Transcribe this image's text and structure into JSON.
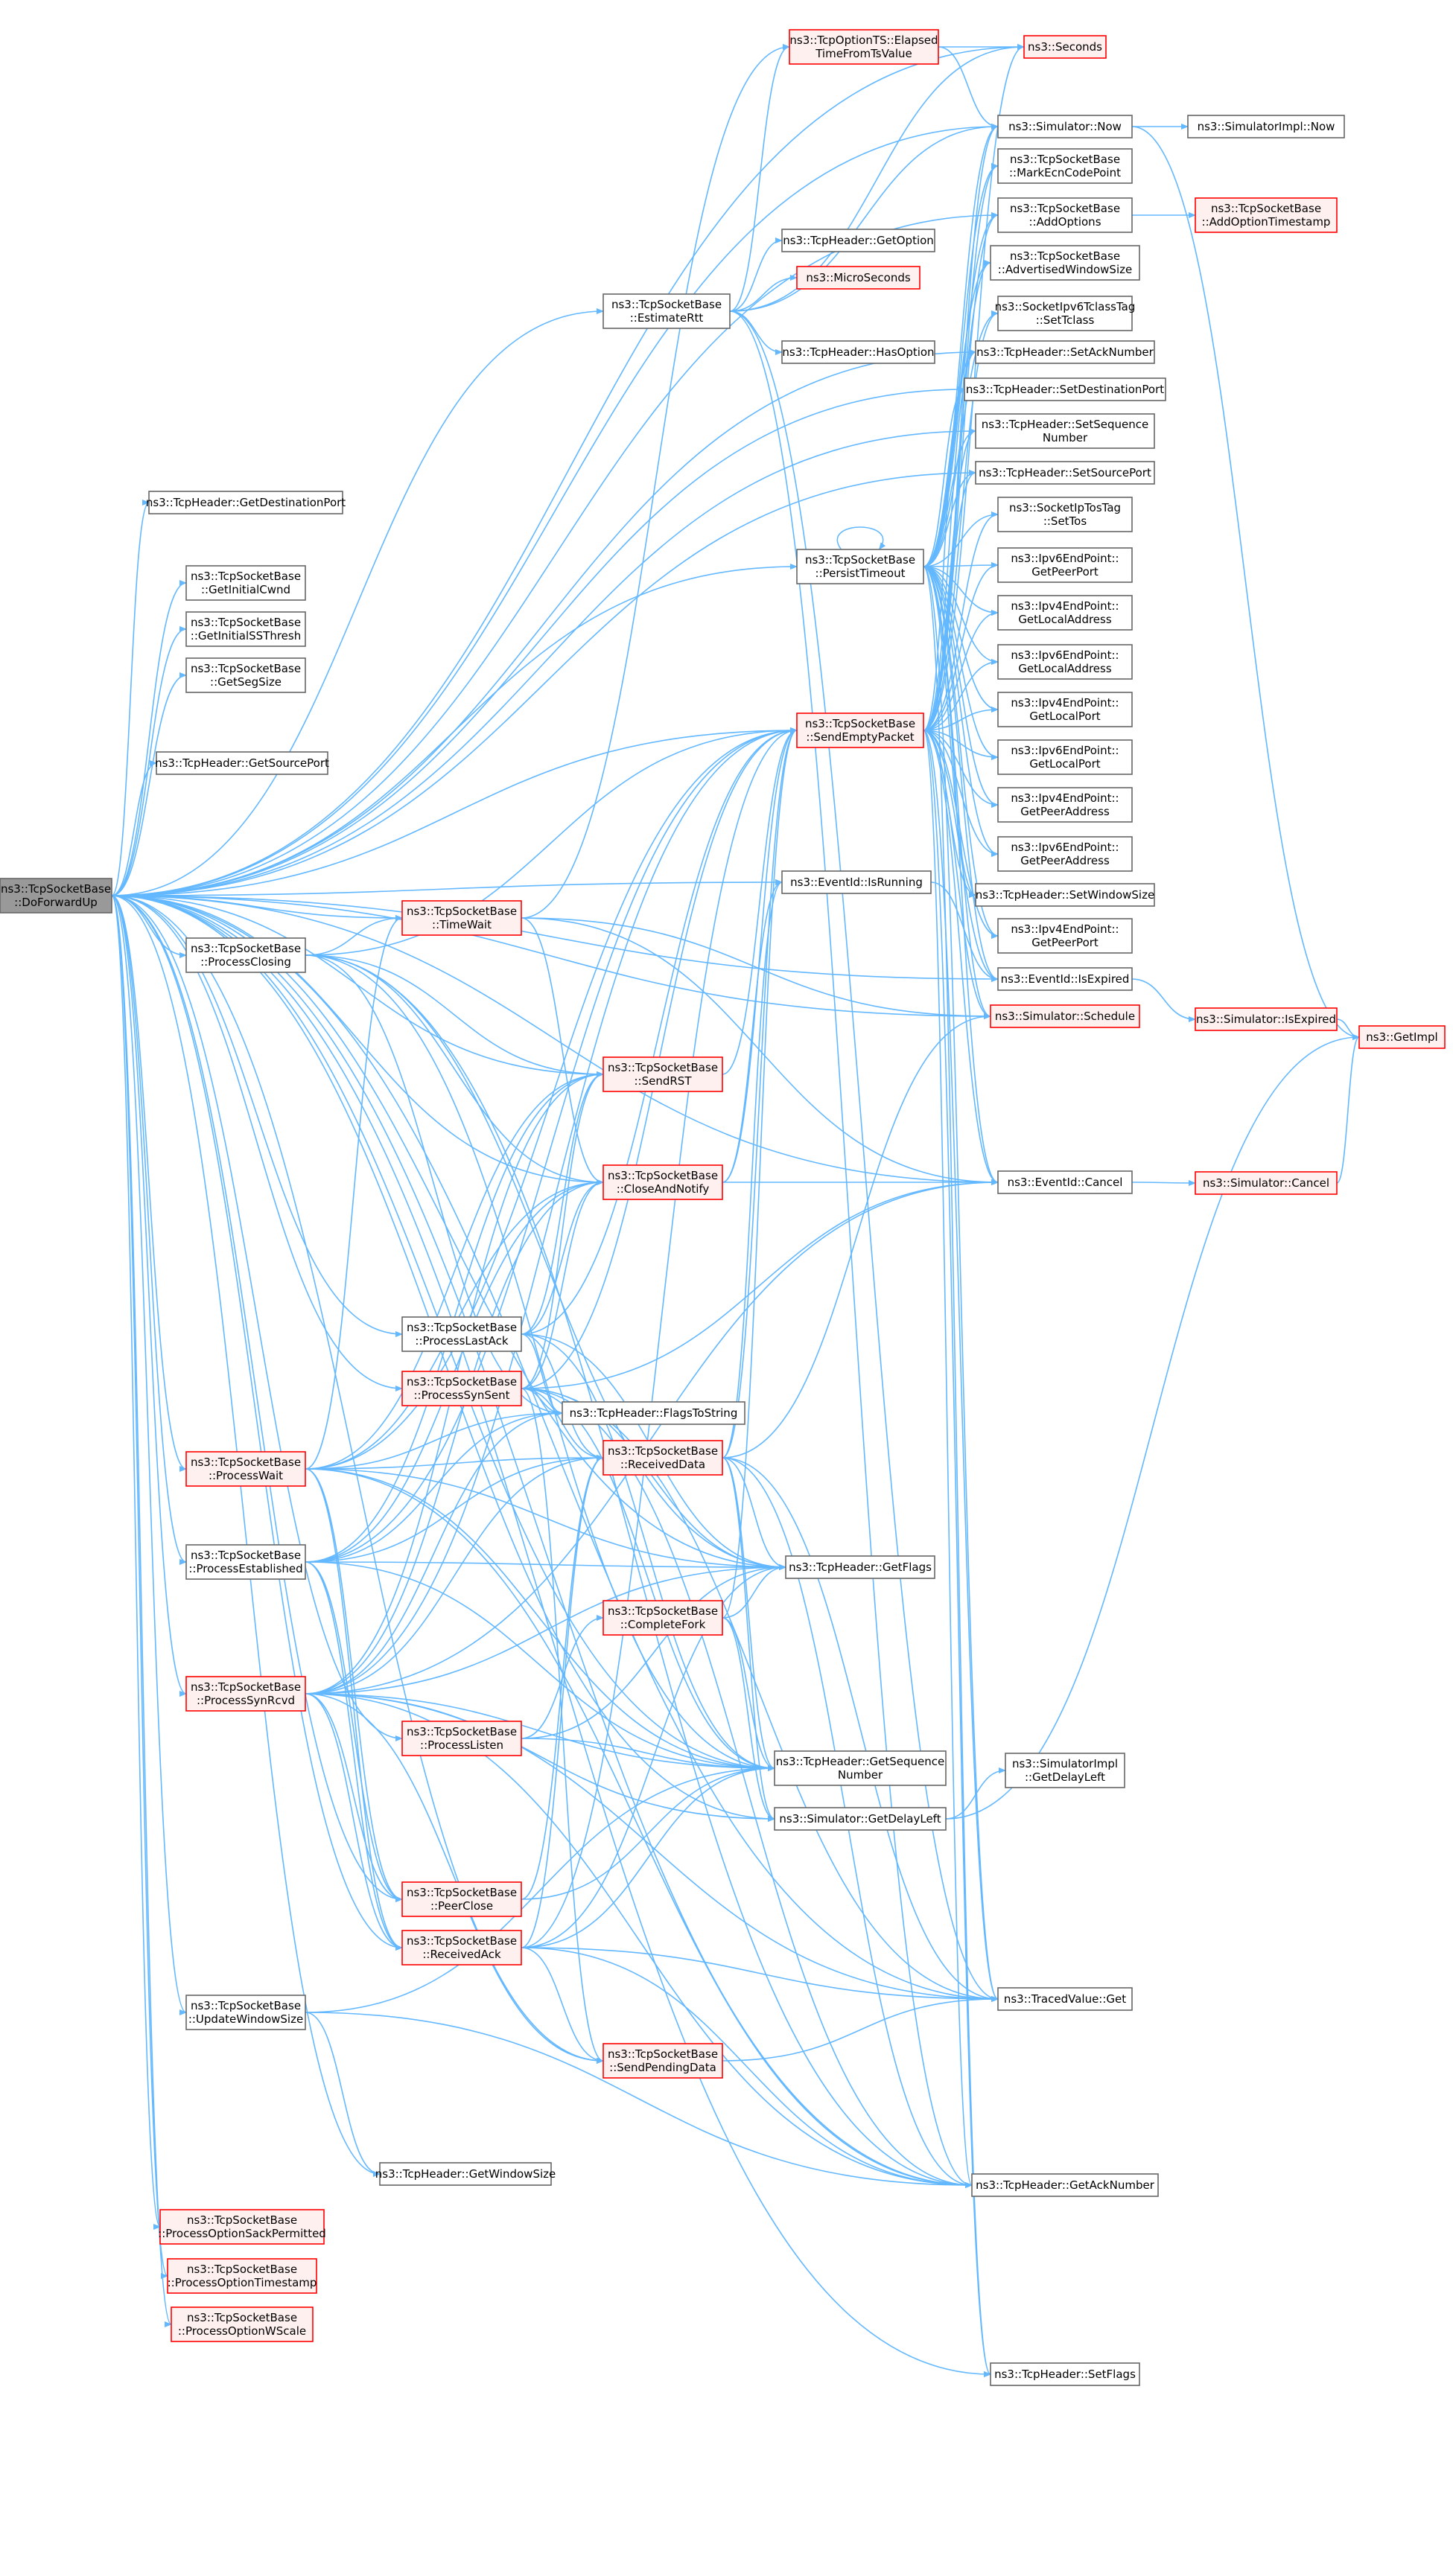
{
  "colors": {
    "edge": "#63b8ff",
    "normal_fill": "#ffffff",
    "normal_border": "#666666",
    "red_fill": "#fff0f0",
    "red_border": "#ff0000",
    "root_fill": "#999999",
    "root_border": "#666666",
    "text": "#000000"
  },
  "nodes": [
    {
      "id": "root",
      "style": "root",
      "lines": [
        "ns3::TcpSocketBase",
        "::DoForwardUp"
      ]
    },
    {
      "id": "getDestPort",
      "style": "normal",
      "lines": [
        "ns3::TcpHeader::GetDestinationPort"
      ]
    },
    {
      "id": "getInitCwnd",
      "style": "normal",
      "lines": [
        "ns3::TcpSocketBase",
        "::GetInitialCwnd"
      ]
    },
    {
      "id": "getInitSS",
      "style": "normal",
      "lines": [
        "ns3::TcpSocketBase",
        "::GetInitialSSThresh"
      ]
    },
    {
      "id": "getSegSize",
      "style": "normal",
      "lines": [
        "ns3::TcpSocketBase",
        "::GetSegSize"
      ]
    },
    {
      "id": "getSrcPort",
      "style": "normal",
      "lines": [
        "ns3::TcpHeader::GetSourcePort"
      ]
    },
    {
      "id": "procClosing",
      "style": "normal",
      "lines": [
        "ns3::TcpSocketBase",
        "::ProcessClosing"
      ]
    },
    {
      "id": "procWait",
      "style": "red",
      "lines": [
        "ns3::TcpSocketBase",
        "::ProcessWait"
      ]
    },
    {
      "id": "procEst",
      "style": "normal",
      "lines": [
        "ns3::TcpSocketBase",
        "::ProcessEstablished"
      ]
    },
    {
      "id": "procSynRcvd",
      "style": "red",
      "lines": [
        "ns3::TcpSocketBase",
        "::ProcessSynRcvd"
      ]
    },
    {
      "id": "updWin",
      "style": "normal",
      "lines": [
        "ns3::TcpSocketBase",
        "::UpdateWindowSize"
      ]
    },
    {
      "id": "optSack",
      "style": "red",
      "lines": [
        "ns3::TcpSocketBase",
        "::ProcessOptionSackPermitted"
      ]
    },
    {
      "id": "optTs",
      "style": "red",
      "lines": [
        "ns3::TcpSocketBase",
        "::ProcessOptionTimestamp"
      ]
    },
    {
      "id": "optWs",
      "style": "red",
      "lines": [
        "ns3::TcpSocketBase",
        "::ProcessOptionWScale"
      ]
    },
    {
      "id": "timeWait",
      "style": "red",
      "lines": [
        "ns3::TcpSocketBase",
        "::TimeWait"
      ]
    },
    {
      "id": "procLastAck",
      "style": "normal",
      "lines": [
        "ns3::TcpSocketBase",
        "::ProcessLastAck"
      ]
    },
    {
      "id": "procSynSent",
      "style": "red",
      "lines": [
        "ns3::TcpSocketBase",
        "::ProcessSynSent"
      ]
    },
    {
      "id": "procListen",
      "style": "red",
      "lines": [
        "ns3::TcpSocketBase",
        "::ProcessListen"
      ]
    },
    {
      "id": "peerClose",
      "style": "red",
      "lines": [
        "ns3::TcpSocketBase",
        "::PeerClose"
      ]
    },
    {
      "id": "recvAck",
      "style": "red",
      "lines": [
        "ns3::TcpSocketBase",
        "::ReceivedAck"
      ]
    },
    {
      "id": "getWinSize",
      "style": "normal",
      "lines": [
        "ns3::TcpHeader::GetWindowSize"
      ]
    },
    {
      "id": "estRtt",
      "style": "normal",
      "lines": [
        "ns3::TcpSocketBase",
        "::EstimateRtt"
      ]
    },
    {
      "id": "elapsedTs",
      "style": "red",
      "lines": [
        "ns3::TcpOptionTS::Elapsed",
        "TimeFromTsValue"
      ]
    },
    {
      "id": "getOption",
      "style": "normal",
      "lines": [
        "ns3::TcpHeader::GetOption"
      ]
    },
    {
      "id": "microSec",
      "style": "red",
      "lines": [
        "ns3::MicroSeconds"
      ]
    },
    {
      "id": "hasOption",
      "style": "normal",
      "lines": [
        "ns3::TcpHeader::HasOption"
      ]
    },
    {
      "id": "persist",
      "style": "normal",
      "lines": [
        "ns3::TcpSocketBase",
        "::PersistTimeout"
      ]
    },
    {
      "id": "sendEmpty",
      "style": "red",
      "lines": [
        "ns3::TcpSocketBase",
        "::SendEmptyPacket"
      ]
    },
    {
      "id": "isRunning",
      "style": "normal",
      "lines": [
        "ns3::EventId::IsRunning"
      ]
    },
    {
      "id": "sendRst",
      "style": "red",
      "lines": [
        "ns3::TcpSocketBase",
        "::SendRST"
      ]
    },
    {
      "id": "closeNotify",
      "style": "red",
      "lines": [
        "ns3::TcpSocketBase",
        "::CloseAndNotify"
      ]
    },
    {
      "id": "flagsToStr",
      "style": "normal",
      "lines": [
        "ns3::TcpHeader::FlagsToString"
      ]
    },
    {
      "id": "recvData",
      "style": "red",
      "lines": [
        "ns3::TcpSocketBase",
        "::ReceivedData"
      ]
    },
    {
      "id": "getFlags",
      "style": "normal",
      "lines": [
        "ns3::TcpHeader::GetFlags"
      ]
    },
    {
      "id": "complFork",
      "style": "red",
      "lines": [
        "ns3::TcpSocketBase",
        "::CompleteFork"
      ]
    },
    {
      "id": "getSeq",
      "style": "normal",
      "lines": [
        "ns3::TcpHeader::GetSequence",
        "Number"
      ]
    },
    {
      "id": "getDelay",
      "style": "normal",
      "lines": [
        "ns3::Simulator::GetDelayLeft"
      ]
    },
    {
      "id": "sendPending",
      "style": "red",
      "lines": [
        "ns3::TcpSocketBase",
        "::SendPendingData"
      ]
    },
    {
      "id": "seconds",
      "style": "red",
      "lines": [
        "ns3::Seconds"
      ]
    },
    {
      "id": "simNow",
      "style": "normal",
      "lines": [
        "ns3::Simulator::Now"
      ]
    },
    {
      "id": "markEcn",
      "style": "normal",
      "lines": [
        "ns3::TcpSocketBase",
        "::MarkEcnCodePoint"
      ]
    },
    {
      "id": "addOpts",
      "style": "normal",
      "lines": [
        "ns3::TcpSocketBase",
        "::AddOptions"
      ]
    },
    {
      "id": "advWin",
      "style": "normal",
      "lines": [
        "ns3::TcpSocketBase",
        "::AdvertisedWindowSize"
      ]
    },
    {
      "id": "setTclass",
      "style": "normal",
      "lines": [
        "ns3::SocketIpv6TclassTag",
        "::SetTclass"
      ]
    },
    {
      "id": "setAck",
      "style": "normal",
      "lines": [
        "ns3::TcpHeader::SetAckNumber"
      ]
    },
    {
      "id": "setDstPort",
      "style": "normal",
      "lines": [
        "ns3::TcpHeader::SetDestinationPort"
      ]
    },
    {
      "id": "setSeq",
      "style": "normal",
      "lines": [
        "ns3::TcpHeader::SetSequence",
        "Number"
      ]
    },
    {
      "id": "setSrcPort",
      "style": "normal",
      "lines": [
        "ns3::TcpHeader::SetSourcePort"
      ]
    },
    {
      "id": "setTos",
      "style": "normal",
      "lines": [
        "ns3::SocketIpTosTag",
        "::SetTos"
      ]
    },
    {
      "id": "v6PeerPort",
      "style": "normal",
      "lines": [
        "ns3::Ipv6EndPoint::",
        "GetPeerPort"
      ]
    },
    {
      "id": "v4LocalAddr",
      "style": "normal",
      "lines": [
        "ns3::Ipv4EndPoint::",
        "GetLocalAddress"
      ]
    },
    {
      "id": "v6LocalAddr",
      "style": "normal",
      "lines": [
        "ns3::Ipv6EndPoint::",
        "GetLocalAddress"
      ]
    },
    {
      "id": "v4LocalPort",
      "style": "normal",
      "lines": [
        "ns3::Ipv4EndPoint::",
        "GetLocalPort"
      ]
    },
    {
      "id": "v6LocalPort",
      "style": "normal",
      "lines": [
        "ns3::Ipv6EndPoint::",
        "GetLocalPort"
      ]
    },
    {
      "id": "v4PeerAddr",
      "style": "normal",
      "lines": [
        "ns3::Ipv4EndPoint::",
        "GetPeerAddress"
      ]
    },
    {
      "id": "v6PeerAddr",
      "style": "normal",
      "lines": [
        "ns3::Ipv6EndPoint::",
        "GetPeerAddress"
      ]
    },
    {
      "id": "setWin",
      "style": "normal",
      "lines": [
        "ns3::TcpHeader::SetWindowSize"
      ]
    },
    {
      "id": "v4PeerPort",
      "style": "normal",
      "lines": [
        "ns3::Ipv4EndPoint::",
        "GetPeerPort"
      ]
    },
    {
      "id": "isExpired",
      "style": "normal",
      "lines": [
        "ns3::EventId::IsExpired"
      ]
    },
    {
      "id": "schedule",
      "style": "red",
      "lines": [
        "ns3::Simulator::Schedule"
      ]
    },
    {
      "id": "cancel",
      "style": "normal",
      "lines": [
        "ns3::EventId::Cancel"
      ]
    },
    {
      "id": "tracedGet",
      "style": "normal",
      "lines": [
        "ns3::TracedValue::Get"
      ]
    },
    {
      "id": "getAck",
      "style": "normal",
      "lines": [
        "ns3::TcpHeader::GetAckNumber"
      ]
    },
    {
      "id": "setFlags",
      "style": "normal",
      "lines": [
        "ns3::TcpHeader::SetFlags"
      ]
    },
    {
      "id": "implNow",
      "style": "normal",
      "lines": [
        "ns3::SimulatorImpl::Now"
      ]
    },
    {
      "id": "addTs",
      "style": "red",
      "lines": [
        "ns3::TcpSocketBase",
        "::AddOptionTimestamp"
      ]
    },
    {
      "id": "simIsExpired",
      "style": "red",
      "lines": [
        "ns3::Simulator::IsExpired"
      ]
    },
    {
      "id": "simCancel",
      "style": "red",
      "lines": [
        "ns3::Simulator::Cancel"
      ]
    },
    {
      "id": "implDelay",
      "style": "normal",
      "lines": [
        "ns3::SimulatorImpl",
        "::GetDelayLeft"
      ]
    },
    {
      "id": "getImpl",
      "style": "red",
      "lines": [
        "ns3::GetImpl"
      ]
    }
  ],
  "edges": [
    [
      "root",
      "getDestPort"
    ],
    [
      "root",
      "getInitCwnd"
    ],
    [
      "root",
      "getInitSS"
    ],
    [
      "root",
      "getSegSize"
    ],
    [
      "root",
      "getSrcPort"
    ],
    [
      "root",
      "procClosing"
    ],
    [
      "root",
      "procWait"
    ],
    [
      "root",
      "procEst"
    ],
    [
      "root",
      "procSynRcvd"
    ],
    [
      "root",
      "updWin"
    ],
    [
      "root",
      "optSack"
    ],
    [
      "root",
      "optTs"
    ],
    [
      "root",
      "optWs"
    ],
    [
      "root",
      "timeWait"
    ],
    [
      "root",
      "procLastAck"
    ],
    [
      "root",
      "procSynSent"
    ],
    [
      "root",
      "procListen"
    ],
    [
      "root",
      "peerClose"
    ],
    [
      "root",
      "recvAck"
    ],
    [
      "root",
      "getWinSize"
    ],
    [
      "root",
      "estRtt"
    ],
    [
      "root",
      "persist"
    ],
    [
      "root",
      "sendEmpty"
    ],
    [
      "root",
      "isRunning"
    ],
    [
      "root",
      "sendRst"
    ],
    [
      "root",
      "closeNotify"
    ],
    [
      "root",
      "getFlags"
    ],
    [
      "root",
      "getSeq"
    ],
    [
      "root",
      "getDelay"
    ],
    [
      "root",
      "sendPending"
    ],
    [
      "root",
      "seconds"
    ],
    [
      "root",
      "simNow"
    ],
    [
      "root",
      "addOpts"
    ],
    [
      "root",
      "setAck"
    ],
    [
      "root",
      "setDstPort"
    ],
    [
      "root",
      "setSeq"
    ],
    [
      "root",
      "setSrcPort"
    ],
    [
      "root",
      "setFlags"
    ],
    [
      "root",
      "getAck"
    ],
    [
      "root",
      "tracedGet"
    ],
    [
      "root",
      "schedule"
    ],
    [
      "root",
      "cancel"
    ],
    [
      "root",
      "isExpired"
    ],
    [
      "procClosing",
      "timeWait"
    ],
    [
      "procClosing",
      "sendEmpty"
    ],
    [
      "procClosing",
      "closeNotify"
    ],
    [
      "procClosing",
      "getFlags"
    ],
    [
      "procClosing",
      "getSeq"
    ],
    [
      "procClosing",
      "getAck"
    ],
    [
      "procClosing",
      "flagsToStr"
    ],
    [
      "procClosing",
      "sendRst"
    ],
    [
      "procWait",
      "sendEmpty"
    ],
    [
      "procWait",
      "closeNotify"
    ],
    [
      "procWait",
      "sendRst"
    ],
    [
      "procWait",
      "flagsToStr"
    ],
    [
      "procWait",
      "recvData"
    ],
    [
      "procWait",
      "getFlags"
    ],
    [
      "procWait",
      "getSeq"
    ],
    [
      "procWait",
      "timeWait"
    ],
    [
      "procWait",
      "peerClose"
    ],
    [
      "procWait",
      "recvAck"
    ],
    [
      "procWait",
      "getAck"
    ],
    [
      "procEst",
      "sendEmpty"
    ],
    [
      "procEst",
      "sendRst"
    ],
    [
      "procEst",
      "closeNotify"
    ],
    [
      "procEst",
      "flagsToStr"
    ],
    [
      "procEst",
      "recvData"
    ],
    [
      "procEst",
      "getFlags"
    ],
    [
      "procEst",
      "getSeq"
    ],
    [
      "procEst",
      "peerClose"
    ],
    [
      "procEst",
      "recvAck"
    ],
    [
      "procSynRcvd",
      "sendEmpty"
    ],
    [
      "procSynRcvd",
      "sendRst"
    ],
    [
      "procSynRcvd",
      "closeNotify"
    ],
    [
      "procSynRcvd",
      "flagsToStr"
    ],
    [
      "procSynRcvd",
      "recvData"
    ],
    [
      "procSynRcvd",
      "getFlags"
    ],
    [
      "procSynRcvd",
      "getSeq"
    ],
    [
      "procSynRcvd",
      "peerClose"
    ],
    [
      "procSynRcvd",
      "recvAck"
    ],
    [
      "procSynRcvd",
      "getAck"
    ],
    [
      "procSynRcvd",
      "tracedGet"
    ],
    [
      "procSynRcvd",
      "getDelay"
    ],
    [
      "procSynRcvd",
      "cancel"
    ],
    [
      "procSynRcvd",
      "sendPending"
    ],
    [
      "updWin",
      "getWinSize"
    ],
    [
      "updWin",
      "getAck"
    ],
    [
      "updWin",
      "getSeq"
    ],
    [
      "timeWait",
      "elapsedTs"
    ],
    [
      "timeWait",
      "closeNotify"
    ],
    [
      "timeWait",
      "schedule"
    ],
    [
      "timeWait",
      "cancel"
    ],
    [
      "procLastAck",
      "sendEmpty"
    ],
    [
      "procLastAck",
      "closeNotify"
    ],
    [
      "procLastAck",
      "sendRst"
    ],
    [
      "procLastAck",
      "flagsToStr"
    ],
    [
      "procLastAck",
      "getFlags"
    ],
    [
      "procLastAck",
      "getSeq"
    ],
    [
      "procLastAck",
      "recvData"
    ],
    [
      "procSynSent",
      "sendEmpty"
    ],
    [
      "procSynSent",
      "sendRst"
    ],
    [
      "procSynSent",
      "closeNotify"
    ],
    [
      "procSynSent",
      "flagsToStr"
    ],
    [
      "procSynSent",
      "recvData"
    ],
    [
      "procSynSent",
      "getFlags"
    ],
    [
      "procSynSent",
      "getSeq"
    ],
    [
      "procSynSent",
      "getAck"
    ],
    [
      "procSynSent",
      "cancel"
    ],
    [
      "procSynSent",
      "tracedGet"
    ],
    [
      "procSynSent",
      "sendPending"
    ],
    [
      "procListen",
      "complFork"
    ],
    [
      "procListen",
      "getFlags"
    ],
    [
      "procListen",
      "getSeq"
    ],
    [
      "peerClose",
      "recvData"
    ],
    [
      "peerClose",
      "getSeq"
    ],
    [
      "recvAck",
      "sendEmpty"
    ],
    [
      "recvAck",
      "getFlags"
    ],
    [
      "recvAck",
      "getAck"
    ],
    [
      "recvAck",
      "getSeq"
    ],
    [
      "recvAck",
      "sendPending"
    ],
    [
      "recvAck",
      "tracedGet"
    ],
    [
      "recvAck",
      "recvData"
    ],
    [
      "estRtt",
      "elapsedTs"
    ],
    [
      "estRtt",
      "getOption"
    ],
    [
      "estRtt",
      "microSec"
    ],
    [
      "estRtt",
      "hasOption"
    ],
    [
      "estRtt",
      "simNow"
    ],
    [
      "estRtt",
      "getAck"
    ],
    [
      "estRtt",
      "tracedGet"
    ],
    [
      "estRtt",
      "seconds"
    ],
    [
      "elapsedTs",
      "seconds"
    ],
    [
      "elapsedTs",
      "simNow"
    ],
    [
      "persist",
      "persist"
    ],
    [
      "persist",
      "simNow"
    ],
    [
      "persist",
      "markEcn"
    ],
    [
      "persist",
      "addOpts"
    ],
    [
      "persist",
      "advWin"
    ],
    [
      "persist",
      "setTclass"
    ],
    [
      "persist",
      "setAck"
    ],
    [
      "persist",
      "setDstPort"
    ],
    [
      "persist",
      "setSeq"
    ],
    [
      "persist",
      "setSrcPort"
    ],
    [
      "persist",
      "setTos"
    ],
    [
      "persist",
      "v6PeerPort"
    ],
    [
      "persist",
      "v4LocalAddr"
    ],
    [
      "persist",
      "v6LocalAddr"
    ],
    [
      "persist",
      "v4LocalPort"
    ],
    [
      "persist",
      "v6LocalPort"
    ],
    [
      "persist",
      "v4PeerAddr"
    ],
    [
      "persist",
      "v6PeerAddr"
    ],
    [
      "persist",
      "setWin"
    ],
    [
      "persist",
      "v4PeerPort"
    ],
    [
      "persist",
      "isExpired"
    ],
    [
      "persist",
      "schedule"
    ],
    [
      "persist",
      "tracedGet"
    ],
    [
      "persist",
      "setFlags"
    ],
    [
      "persist",
      "cancel"
    ],
    [
      "sendEmpty",
      "simNow"
    ],
    [
      "sendEmpty",
      "markEcn"
    ],
    [
      "sendEmpty",
      "addOpts"
    ],
    [
      "sendEmpty",
      "advWin"
    ],
    [
      "sendEmpty",
      "setTclass"
    ],
    [
      "sendEmpty",
      "setAck"
    ],
    [
      "sendEmpty",
      "setDstPort"
    ],
    [
      "sendEmpty",
      "setSeq"
    ],
    [
      "sendEmpty",
      "setSrcPort"
    ],
    [
      "sendEmpty",
      "setTos"
    ],
    [
      "sendEmpty",
      "v6PeerPort"
    ],
    [
      "sendEmpty",
      "v4LocalAddr"
    ],
    [
      "sendEmpty",
      "v6LocalAddr"
    ],
    [
      "sendEmpty",
      "v4LocalPort"
    ],
    [
      "sendEmpty",
      "v6LocalPort"
    ],
    [
      "sendEmpty",
      "v4PeerAddr"
    ],
    [
      "sendEmpty",
      "v6PeerAddr"
    ],
    [
      "sendEmpty",
      "setWin"
    ],
    [
      "sendEmpty",
      "v4PeerPort"
    ],
    [
      "sendEmpty",
      "isExpired"
    ],
    [
      "sendEmpty",
      "schedule"
    ],
    [
      "sendEmpty",
      "cancel"
    ],
    [
      "sendEmpty",
      "tracedGet"
    ],
    [
      "sendEmpty",
      "getAck"
    ],
    [
      "sendEmpty",
      "setFlags"
    ],
    [
      "sendEmpty",
      "seconds"
    ],
    [
      "isRunning",
      "isExpired"
    ],
    [
      "sendRst",
      "sendEmpty"
    ],
    [
      "closeNotify",
      "sendEmpty"
    ],
    [
      "closeNotify",
      "isRunning"
    ],
    [
      "closeNotify",
      "cancel"
    ],
    [
      "recvData",
      "sendEmpty"
    ],
    [
      "recvData",
      "schedule"
    ],
    [
      "recvData",
      "getSeq"
    ],
    [
      "recvData",
      "getDelay"
    ],
    [
      "recvData",
      "isRunning"
    ],
    [
      "recvData",
      "getFlags"
    ],
    [
      "recvData",
      "tracedGet"
    ],
    [
      "recvData",
      "getAck"
    ],
    [
      "complFork",
      "sendEmpty"
    ],
    [
      "complFork",
      "getFlags"
    ],
    [
      "complFork",
      "getSeq"
    ],
    [
      "complFork",
      "getDelay"
    ],
    [
      "getDelay",
      "implDelay"
    ],
    [
      "getDelay",
      "getImpl"
    ],
    [
      "sendPending",
      "tracedGet"
    ],
    [
      "simNow",
      "implNow"
    ],
    [
      "simNow",
      "getImpl"
    ],
    [
      "addOpts",
      "addTs"
    ],
    [
      "isExpired",
      "simIsExpired"
    ],
    [
      "simIsExpired",
      "getImpl"
    ],
    [
      "cancel",
      "simCancel"
    ],
    [
      "simCancel",
      "getImpl"
    ]
  ]
}
